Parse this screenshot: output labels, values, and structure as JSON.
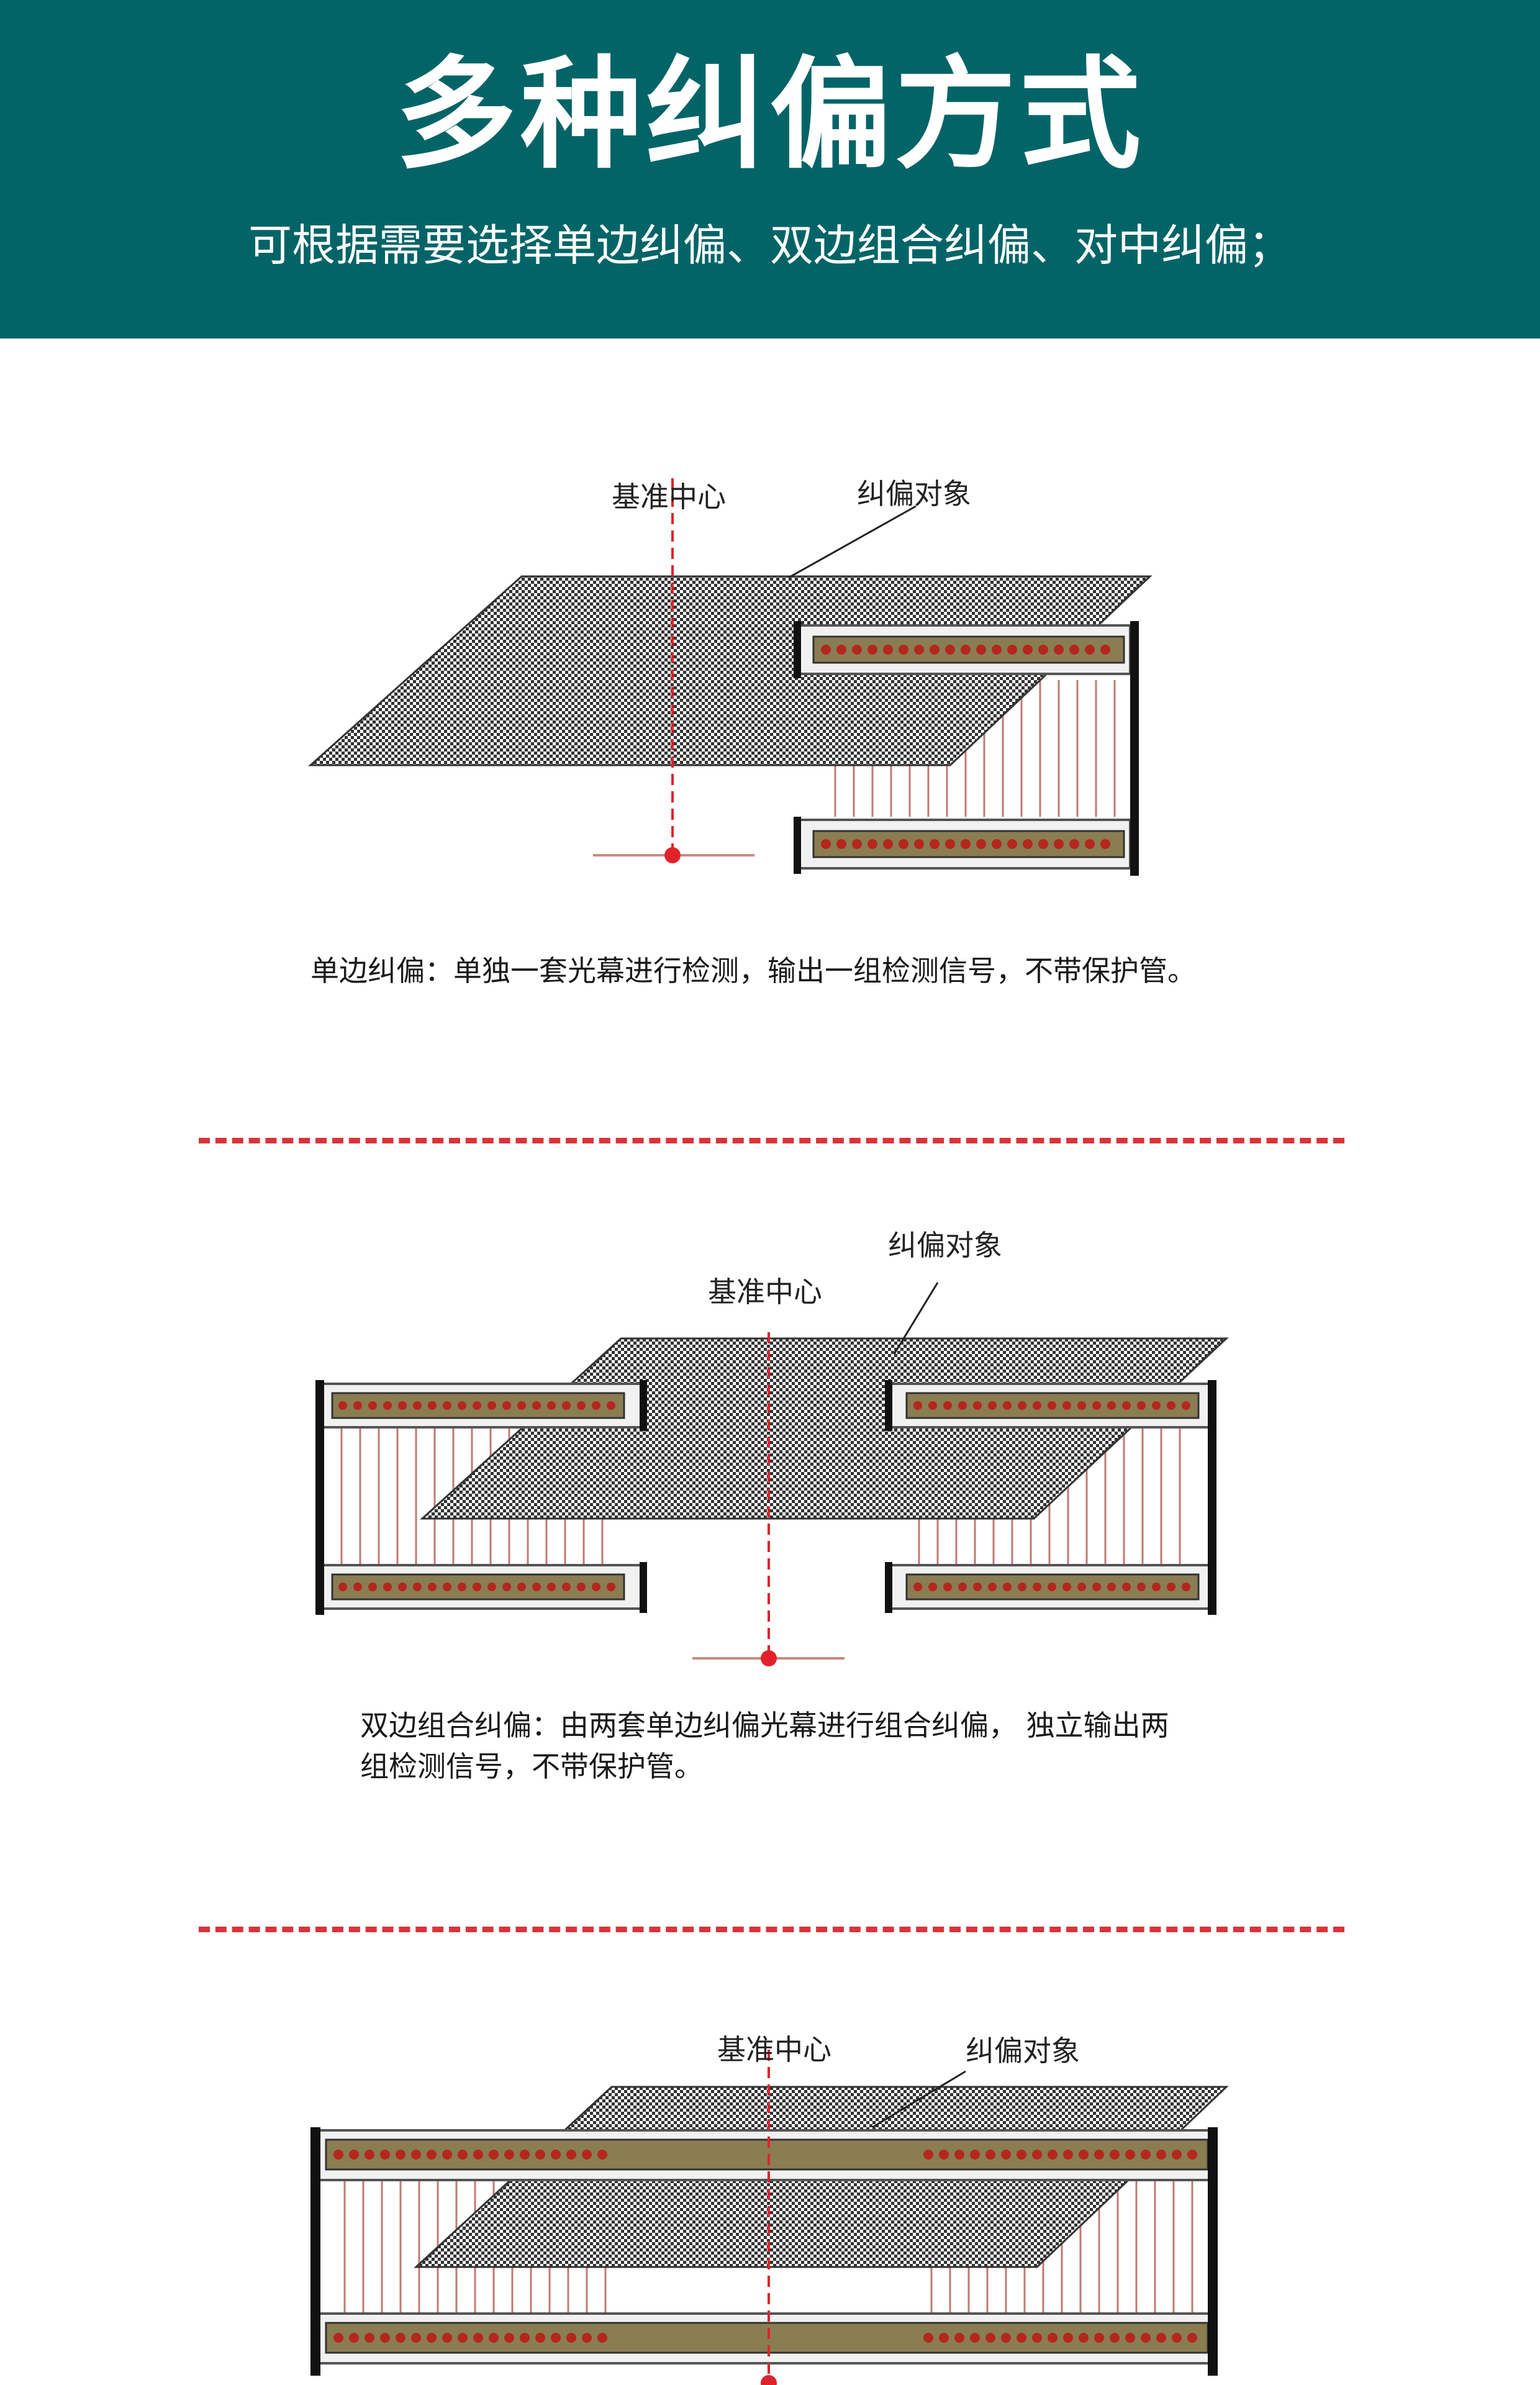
{
  "header": {
    "title": "多种纠偏方式",
    "subtitle": "可根据需要选择单边纠偏、双边组合纠偏、对中纠偏；"
  },
  "colors": {
    "header_bg": "#036467",
    "divider": "#d8343a",
    "center_mark": "#e0232b",
    "fabric": "#3a3a3a",
    "sensor_strip": "#8a7d52",
    "led": "#b5261e"
  },
  "diagrams": [
    {
      "center_label": "基准中心",
      "object_label": "纠偏对象",
      "caption": "单边纠偏：单独一套光幕进行检测，输出一组检测信号，不带保护管。"
    },
    {
      "center_label": "基准中心",
      "object_label": "纠偏对象",
      "caption": "双边组合纠偏：由两套单边纠偏光幕进行组合纠偏， 独立输出两组检测信号，不带保护管。"
    },
    {
      "center_label": "基准中心",
      "object_label": "纠偏对象"
    }
  ]
}
